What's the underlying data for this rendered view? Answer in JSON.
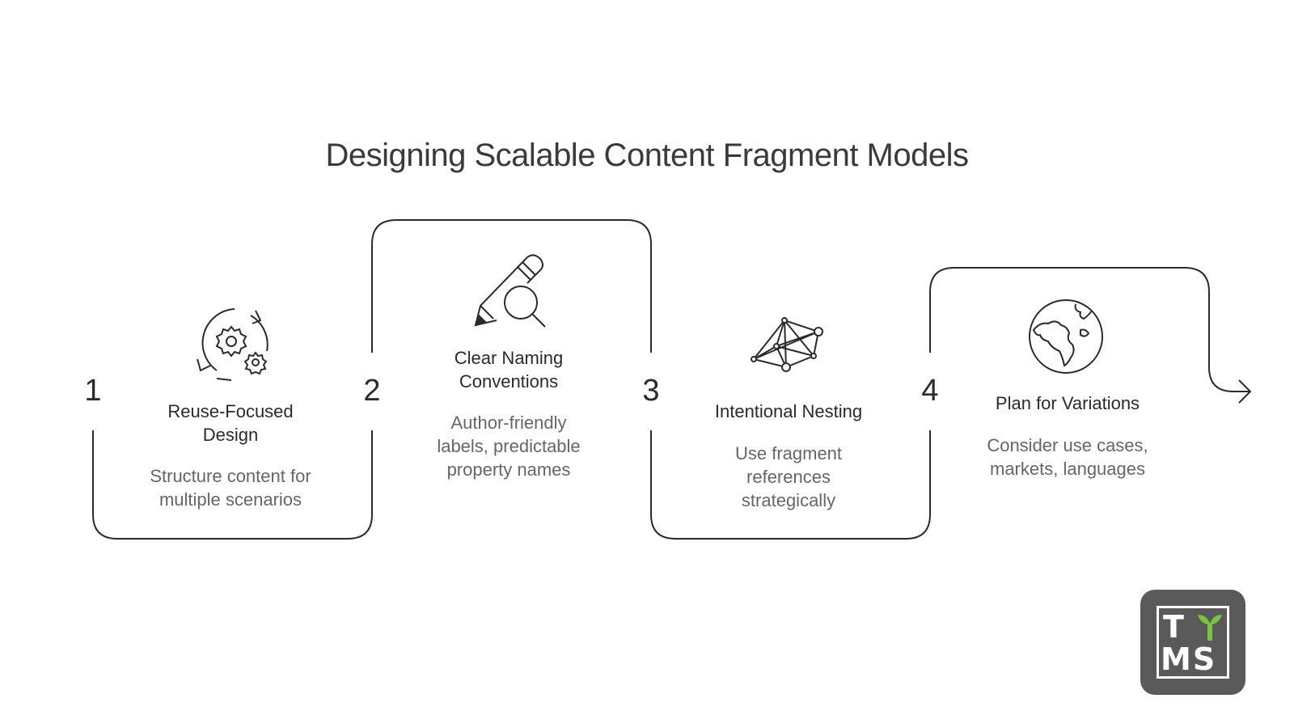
{
  "title": "Designing Scalable Content Fragment Models",
  "steps": [
    {
      "number": "1",
      "heading_lines": [
        "Reuse-Focused",
        "Design"
      ],
      "desc_lines": [
        "Structure content for",
        "multiple scenarios"
      ],
      "icon": "gears-cycle-icon"
    },
    {
      "number": "2",
      "heading_lines": [
        "Clear Naming",
        "Conventions"
      ],
      "desc_lines": [
        "Author-friendly",
        "labels, predictable",
        "property names"
      ],
      "icon": "pencil-magnifier-icon"
    },
    {
      "number": "3",
      "heading_lines": [
        "Intentional Nesting"
      ],
      "desc_lines": [
        "Use fragment",
        "references",
        "strategically"
      ],
      "icon": "network-icon"
    },
    {
      "number": "4",
      "heading_lines": [
        "Plan for Variations"
      ],
      "desc_lines": [
        "Consider use cases,",
        "markets, languages"
      ],
      "icon": "globe-icon"
    }
  ],
  "logo": {
    "top_letters": "T",
    "bottom_letters": "MS",
    "sprout_color": "#7cc242",
    "bg_color": "#5a5a5a"
  }
}
